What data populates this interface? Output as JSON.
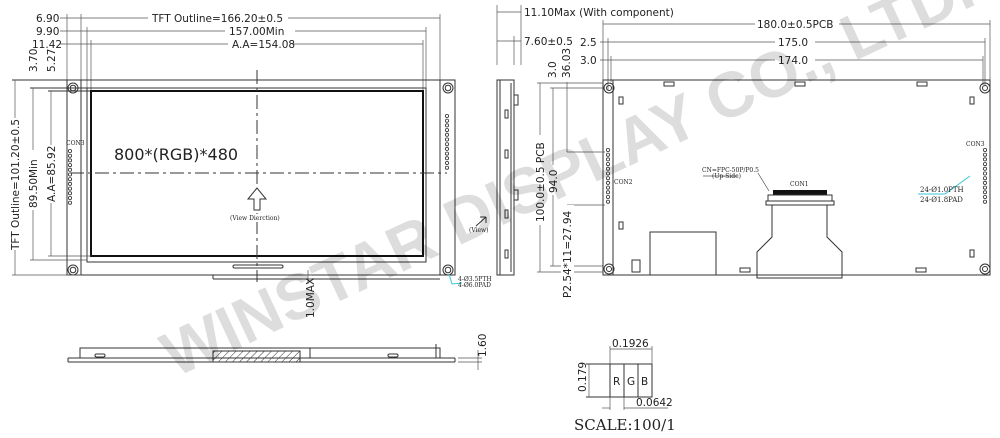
{
  "front_view": {
    "dim_6_90": "6.90",
    "dim_9_90": "9.90",
    "dim_11_42": "11.42",
    "tft_outline_width": "TFT Outline=166.20±0.5",
    "min_width": "157.00Min",
    "active_area_width": "A.A=154.08",
    "dim_3_70": "3.70",
    "dim_5_27": "5.27",
    "tft_outline_height": "TFT Outline=101.20±0.5",
    "min_height": "89.50Min",
    "active_area_height": "A.A=85.92",
    "resolution": "800*(RGB)*480",
    "view_direction": "(View Dierction)",
    "con3_label": "CON3",
    "hole_pth": "4-Ø3.5PTH",
    "hole_pad": "4-Ø6.0PAD"
  },
  "side_view": {
    "max_thickness": "11.10Max (With component)",
    "thickness": "7.60±0.5",
    "view_label": "(View)"
  },
  "bottom_view": {
    "max_gap": "1.0MAX",
    "pcb_thickness": "1.60"
  },
  "back_view": {
    "pcb_width": "180.0±0.5PCB",
    "dim_2_5": "2.5",
    "width_175": "175.0",
    "dim_3_0": "3.0",
    "width_174": "174.0",
    "dim_3_0_v": "3.0",
    "dim_36_03": "36.03",
    "pcb_height": "100.0±0.5 PCB",
    "height_94": "94.0",
    "pitch": "P2.54*11=27.94",
    "fpc_label": "CN=FPC-50P/P0.5",
    "fpc_side": "(Up-Side)",
    "con1_label": "CON1",
    "con2_label": "CON2",
    "con3_label": "CON3",
    "pin_pth": "24-Ø1.0PTH",
    "pin_pad": "24-Ø1.8PAD"
  },
  "pixel_detail": {
    "pixel_width": "0.1926",
    "pixel_height": "0.179",
    "subpixel_width": "0.0642",
    "r": "R",
    "g": "G",
    "b": "B",
    "scale": "SCALE:100/1"
  },
  "watermark": "WINSTAR DISPLAY CO., LTD.",
  "colors": {
    "line": "#333333",
    "leader": "#35c6d8",
    "watermark": "#dcdcdc"
  }
}
